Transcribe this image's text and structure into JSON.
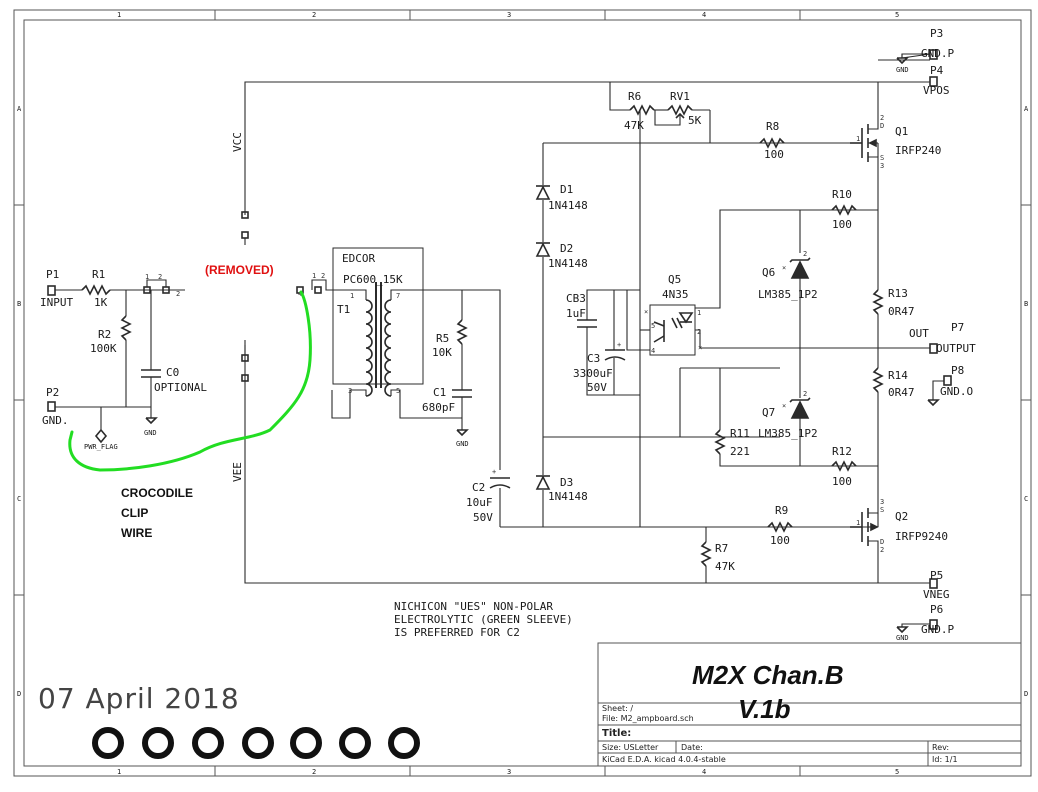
{
  "frame": {
    "col_labels": [
      "1",
      "2",
      "3",
      "4",
      "5"
    ],
    "row_labels": [
      "A",
      "B",
      "C",
      "D"
    ]
  },
  "nets": {
    "vcc": "VCC",
    "vee": "VEE",
    "out": "OUT",
    "gnd": "GND",
    "pwr_flag": "PWR_FLAG"
  },
  "connectors": {
    "p1": {
      "ref": "P1",
      "label": "INPUT"
    },
    "p2": {
      "ref": "P2",
      "label": "GND."
    },
    "p3": {
      "ref": "P3",
      "label": "GND.P"
    },
    "p4": {
      "ref": "P4",
      "label": "VPOS"
    },
    "p5": {
      "ref": "P5",
      "label": "VNEG"
    },
    "p6": {
      "ref": "P6",
      "label": "GND.P"
    },
    "p7": {
      "ref": "P7",
      "label": "OUTPUT"
    },
    "p8": {
      "ref": "P8",
      "label": "GND.O"
    }
  },
  "components": {
    "r1": {
      "ref": "R1",
      "value": "1K"
    },
    "r2": {
      "ref": "R2",
      "value": "100K"
    },
    "c0": {
      "ref": "C0",
      "value": "OPTIONAL"
    },
    "t1": {
      "ref": "T1",
      "maker": "EDCOR",
      "value": "PC600_15K"
    },
    "r5": {
      "ref": "R5",
      "value": "10K"
    },
    "c1": {
      "ref": "C1",
      "value": "680pF"
    },
    "c2": {
      "ref": "C2",
      "value": "10uF",
      "voltage": "50V"
    },
    "r6": {
      "ref": "R6",
      "value": "47K"
    },
    "rv1": {
      "ref": "RV1",
      "value": "5K"
    },
    "r8": {
      "ref": "R8",
      "value": "100"
    },
    "q1": {
      "ref": "Q1",
      "value": "IRFP240"
    },
    "d1": {
      "ref": "D1",
      "value": "1N4148"
    },
    "d2": {
      "ref": "D2",
      "value": "1N4148"
    },
    "d3": {
      "ref": "D3",
      "value": "1N4148"
    },
    "cb3": {
      "ref": "CB3",
      "value": "1uF"
    },
    "c3": {
      "ref": "C3",
      "value": "3300uF",
      "voltage": "50V"
    },
    "q5": {
      "ref": "Q5",
      "value": "4N35"
    },
    "r10": {
      "ref": "R10",
      "value": "100"
    },
    "q6": {
      "ref": "Q6",
      "value": "LM385_1P2"
    },
    "r13": {
      "ref": "R13",
      "value": "0R47"
    },
    "r14": {
      "ref": "R14",
      "value": "0R47"
    },
    "q7": {
      "ref": "Q7",
      "value": "LM385_1P2"
    },
    "r11": {
      "ref": "R11",
      "value": "221"
    },
    "r12": {
      "ref": "R12",
      "value": "100"
    },
    "r9": {
      "ref": "R9",
      "value": "100"
    },
    "q2": {
      "ref": "Q2",
      "value": "IRFP9240"
    },
    "r7": {
      "ref": "R7",
      "value": "47K"
    }
  },
  "annotations": {
    "removed": "(REMOVED)",
    "croc_line1": "CROCODILE",
    "croc_line2": "CLIP",
    "croc_line3": "WIRE",
    "note_line1": "NICHICON \"UES\" NON-POLAR",
    "note_line2": "ELECTROLYTIC (GREEN SLEEVE)",
    "note_line3": "IS PREFERRED FOR C2",
    "date": "07 April 2018",
    "accent_green": "#22dd22",
    "accent_red": "#e01010"
  },
  "title_block": {
    "title_big": "M2X Chan.B",
    "title_sub": "V.1b",
    "sheet": "Sheet: /",
    "file": "File: M2_ampboard.sch",
    "title_label": "Title:",
    "size": "Size: USLetter",
    "date_label": "Date:",
    "rev": "Rev:",
    "eda": "KiCad E.D.A.  kicad 4.0.4-stable",
    "id": "Id: 1/1"
  }
}
